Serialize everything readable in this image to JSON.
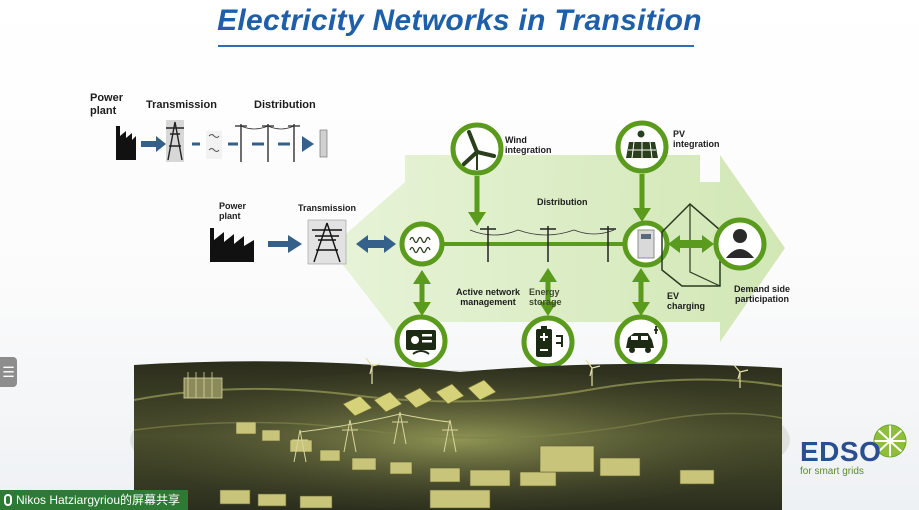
{
  "title": "Electricity Networks in Transition",
  "top_chain": {
    "power_plant": "Power plant",
    "transmission": "Transmission",
    "distribution": "Distribution"
  },
  "main_chain": {
    "power_plant": "Power plant",
    "transmission": "Transmission",
    "distribution": "Distribution",
    "wind": "Wind integration",
    "pv": "PV integration",
    "active_network": "Active network management",
    "energy_storage": "Energy storage",
    "ev_charging": "EV charging",
    "demand_side": "Demand side participation"
  },
  "logo": {
    "name": "EDSO",
    "tagline": "for smart grids"
  },
  "ui": {
    "screen_share": "Nikos Hatziargyriou的屏幕共享",
    "side_tab": "☰"
  },
  "colors": {
    "title": "#1f5ea8",
    "green_dark": "#5a9a1c",
    "green_light": "#d4ebb4",
    "arrow_blue": "#35608a"
  }
}
